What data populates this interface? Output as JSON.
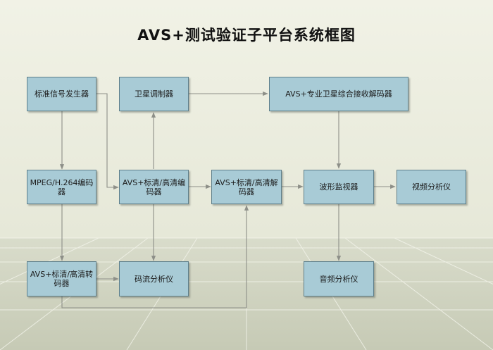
{
  "title": "AVS+测试验证子平台系统框图",
  "nodes": {
    "signal_generator": "标准信号发生器",
    "satellite_modulator": "卫星调制器",
    "pro_satellite_receiver": "AVS+专业卫星综合接收解码器",
    "mpeg_encoder": "MPEG/H.264编码器",
    "avs_encoder": "AVS+标清/高清编码器",
    "avs_decoder": "AVS+标清/高清解码器",
    "waveform_monitor": "波形监视器",
    "video_analyzer": "视频分析仪",
    "avs_transcoder": "AVS+标清/高清转码器",
    "stream_analyzer": "码流分析仪",
    "audio_analyzer": "音频分析仪"
  },
  "colors": {
    "node_fill": "#a8cbd6",
    "node_border": "#5e7f8b",
    "connector": "#8d8f88",
    "background_top": "#eef0e3",
    "floor": "#cfd3c0"
  }
}
